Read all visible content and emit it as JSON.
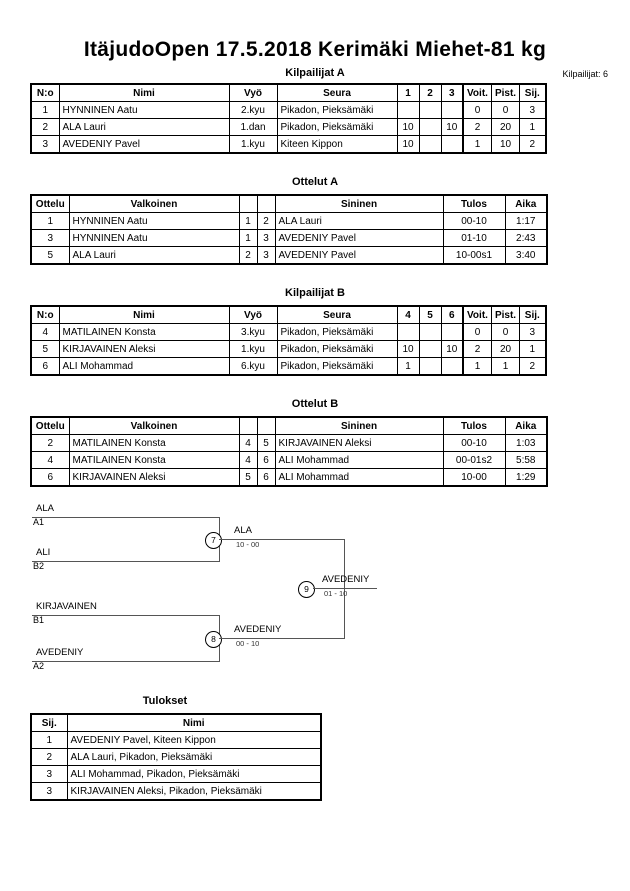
{
  "header": {
    "title": "ItäjudoOpen  17.5.2018  Kerimäki   Miehet-81 kg",
    "competitor_count": "Kilpailijat: 6"
  },
  "sections": {
    "pool_a_label": "Kilpailijat A",
    "matches_a_label": "Ottelut A",
    "pool_b_label": "Kilpailijat B",
    "matches_b_label": "Ottelut B",
    "results_label": "Tulokset"
  },
  "pool_a": {
    "headers": {
      "no": "N:o",
      "name": "Nimi",
      "belt": "Vyö",
      "club": "Seura",
      "g1": "1",
      "g2": "2",
      "g3": "3",
      "wins": "Voit.",
      "points": "Pist.",
      "rank": "Sij."
    },
    "rows": [
      {
        "no": "1",
        "name": "HYNNINEN Aatu",
        "belt": "2.kyu",
        "club": "Pikadon, Pieksämäki",
        "g1": "",
        "g2": "",
        "g3": "",
        "wins": "0",
        "points": "0",
        "rank": "3"
      },
      {
        "no": "2",
        "name": "ALA Lauri",
        "belt": "1.dan",
        "club": "Pikadon, Pieksämäki",
        "g1": "10",
        "g2": "",
        "g3": "10",
        "wins": "2",
        "points": "20",
        "rank": "1"
      },
      {
        "no": "3",
        "name": "AVEDENIY Pavel",
        "belt": "1.kyu",
        "club": "Kiteen Kippon",
        "g1": "10",
        "g2": "",
        "g3": "",
        "wins": "1",
        "points": "10",
        "rank": "2"
      }
    ]
  },
  "matches_a": {
    "headers": {
      "match": "Ottelu",
      "white": "Valkoinen",
      "wno": "",
      "bno": "",
      "blue": "Sininen",
      "result": "Tulos",
      "time": "Aika"
    },
    "rows": [
      {
        "match": "1",
        "white": "HYNNINEN Aatu",
        "wno": "1",
        "bno": "2",
        "blue": "ALA Lauri",
        "result": "00-10",
        "time": "1:17"
      },
      {
        "match": "3",
        "white": "HYNNINEN Aatu",
        "wno": "1",
        "bno": "3",
        "blue": "AVEDENIY Pavel",
        "result": "01-10",
        "time": "2:43"
      },
      {
        "match": "5",
        "white": "ALA Lauri",
        "wno": "2",
        "bno": "3",
        "blue": "AVEDENIY Pavel",
        "result": "10-00s1",
        "time": "3:40"
      }
    ]
  },
  "pool_b": {
    "headers": {
      "no": "N:o",
      "name": "Nimi",
      "belt": "Vyö",
      "club": "Seura",
      "g1": "4",
      "g2": "5",
      "g3": "6",
      "wins": "Voit.",
      "points": "Pist.",
      "rank": "Sij."
    },
    "rows": [
      {
        "no": "4",
        "name": "MATILAINEN Konsta",
        "belt": "3.kyu",
        "club": "Pikadon, Pieksämäki",
        "g1": "",
        "g2": "",
        "g3": "",
        "wins": "0",
        "points": "0",
        "rank": "3"
      },
      {
        "no": "5",
        "name": "KIRJAVAINEN Aleksi",
        "belt": "1.kyu",
        "club": "Pikadon, Pieksämäki",
        "g1": "10",
        "g2": "",
        "g3": "10",
        "wins": "2",
        "points": "20",
        "rank": "1"
      },
      {
        "no": "6",
        "name": "ALI Mohammad",
        "belt": "6.kyu",
        "club": "Pikadon, Pieksämäki",
        "g1": "1",
        "g2": "",
        "g3": "",
        "wins": "1",
        "points": "1",
        "rank": "2"
      }
    ]
  },
  "matches_b": {
    "headers": {
      "match": "Ottelu",
      "white": "Valkoinen",
      "wno": "",
      "bno": "",
      "blue": "Sininen",
      "result": "Tulos",
      "time": "Aika"
    },
    "rows": [
      {
        "match": "2",
        "white": "MATILAINEN Konsta",
        "wno": "4",
        "bno": "5",
        "blue": "KIRJAVAINEN Aleksi",
        "result": "00-10",
        "time": "1:03"
      },
      {
        "match": "4",
        "white": "MATILAINEN Konsta",
        "wno": "4",
        "bno": "6",
        "blue": "ALI Mohammad",
        "result": "00-01s2",
        "time": "5:58"
      },
      {
        "match": "6",
        "white": "KIRJAVAINEN Aleksi",
        "wno": "5",
        "bno": "6",
        "blue": "ALI Mohammad",
        "result": "10-00",
        "time": "1:29"
      }
    ]
  },
  "bracket": {
    "entrants": [
      {
        "name": "ALA",
        "seed": "A1"
      },
      {
        "name": "ALI",
        "seed": "B2"
      },
      {
        "name": "KIRJAVAINEN",
        "seed": "B1"
      },
      {
        "name": "AVEDENIY",
        "seed": "A2"
      }
    ],
    "semifinal_top": {
      "node": "7",
      "winner": "ALA",
      "score": "10 - 00"
    },
    "semifinal_bottom": {
      "node": "8",
      "winner": "AVEDENIY",
      "score": "00 - 10"
    },
    "final": {
      "node": "9",
      "winner": "AVEDENIY",
      "score": "01 - 10"
    }
  },
  "results": {
    "headers": {
      "rank": "Sij.",
      "name": "Nimi"
    },
    "rows": [
      {
        "rank": "1",
        "name": "AVEDENIY Pavel, Kiteen Kippon"
      },
      {
        "rank": "2",
        "name": "ALA Lauri, Pikadon, Pieksämäki"
      },
      {
        "rank": "3",
        "name": "ALI Mohammad, Pikadon, Pieksämäki"
      },
      {
        "rank": "3",
        "name": "KIRJAVAINEN Aleksi, Pikadon, Pieksämäki"
      }
    ]
  }
}
